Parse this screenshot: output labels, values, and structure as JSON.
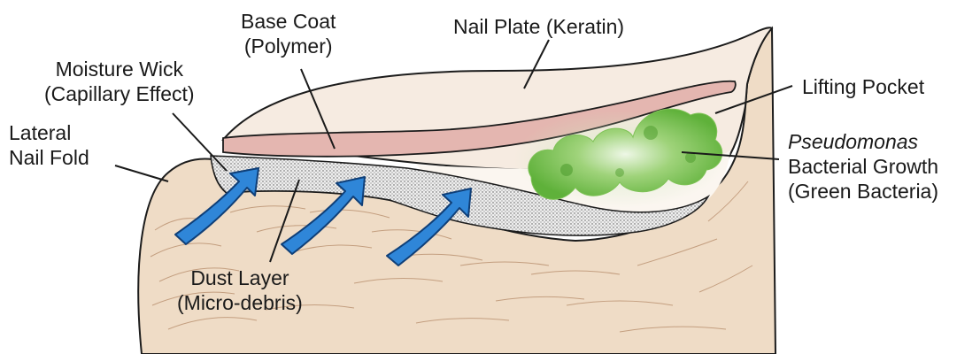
{
  "colors": {
    "background": "#ffffff",
    "skin": "#efdcc6",
    "skin_stroke": "#1c1c1c",
    "skin_texture": "#b58a68",
    "nail_plate": "#f6ebe1",
    "base_coat": "#e4b6b0",
    "dust": "#eeeeee",
    "bacteria": "#6fbf45",
    "arrow_fill": "#2f86d8",
    "arrow_stroke": "#0f3f78",
    "line": "#1a1a1a"
  },
  "labels": {
    "base_coat": [
      "Base Coat",
      "(Polymer)"
    ],
    "nail_plate": [
      "Nail Plate (Keratin)"
    ],
    "moisture_wick": [
      "Moisture Wick",
      "(Capillary Effect)"
    ],
    "lateral_nail_fold": [
      "Lateral",
      "Nail Fold"
    ],
    "lifting_pocket": [
      "Lifting Pocket"
    ],
    "bacterial_growth": {
      "genus": "Pseudomonas",
      "lines": [
        "Bacterial Growth",
        "(Green Bacteria)"
      ]
    },
    "dust_layer": [
      "Dust Layer",
      "(Micro-debris)"
    ]
  },
  "icons": [
    "moisture-arrow-icon",
    "bacteria-colony-icon"
  ]
}
